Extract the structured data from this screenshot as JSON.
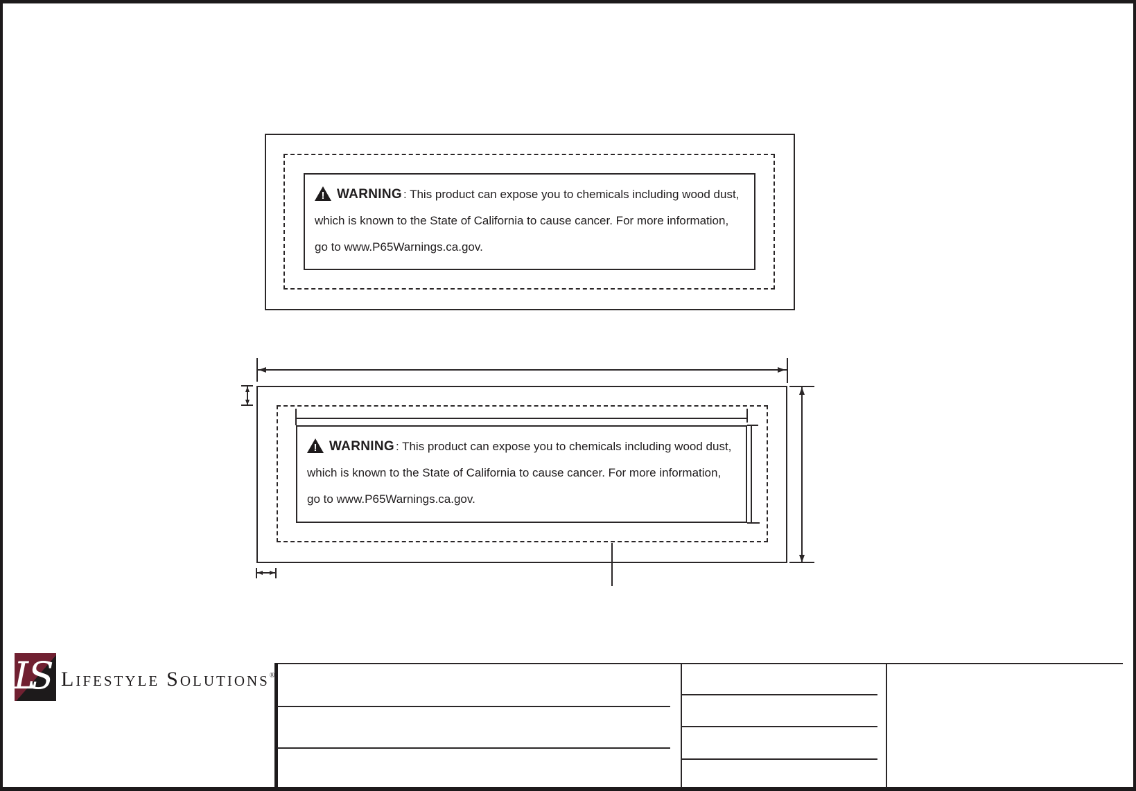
{
  "sheet": {
    "background": "#ffffff",
    "border_color": "#1d1a1b",
    "line_color": "#2a2627"
  },
  "warning_labels": {
    "top": {
      "warning_word": "WARNING",
      "line1_rest": ": This product can expose you to chemicals including wood dust,",
      "line2": "which is known to the State of California to cause cancer. For more information,",
      "line3": "go to www.P65Warnings.ca.gov."
    },
    "bottom": {
      "warning_word": "WARNING",
      "line1_rest": ": This product can expose you to chemicals including wood dust,",
      "line2": "which is known to the State of California to cause cancer. For more information,",
      "line3": "go to www.P65Warnings.ca.gov."
    }
  },
  "icons": {
    "warning_triangle_exclamation": "!"
  },
  "logo": {
    "monogram": "LS",
    "company_word1_initial": "L",
    "company_word1_rest": "IFESTYLE",
    "company_word2_initial": "S",
    "company_word2_rest": "OLUTIONS",
    "registered_mark": "®",
    "mark_top_color": "#702031",
    "mark_bottom_color": "#1d1a1b"
  },
  "title_block": {
    "left_column_rows": 3,
    "middle_column_rows": 4,
    "right_column_rows": 1,
    "cells_empty": true
  }
}
